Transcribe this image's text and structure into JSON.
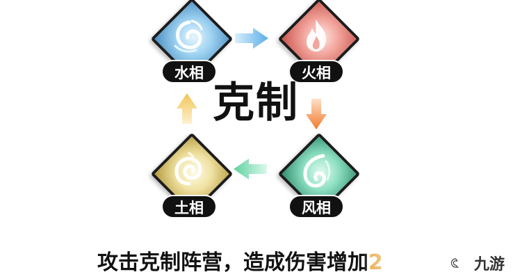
{
  "diagram": {
    "title": "克制",
    "nodes": [
      {
        "id": "water",
        "label": "水相",
        "icon": "water-swirl-icon",
        "color": "#5aa7d6"
      },
      {
        "id": "fire",
        "label": "火相",
        "icon": "flame-icon",
        "color": "#e07a72"
      },
      {
        "id": "wind",
        "label": "风相",
        "icon": "wind-swirl-icon",
        "color": "#4fbf98"
      },
      {
        "id": "earth",
        "label": "土相",
        "icon": "earth-spiral-icon",
        "color": "#d8c57a"
      }
    ],
    "edges": [
      {
        "from": "水相",
        "to": "火相",
        "color": "#6ab6e8"
      },
      {
        "from": "火相",
        "to": "风相",
        "color": "#f07a2c"
      },
      {
        "from": "风相",
        "to": "土相",
        "color": "#5fd1a0"
      },
      {
        "from": "土相",
        "to": "水相",
        "color": "#f2c457"
      }
    ]
  },
  "caption": {
    "text": "攻击克制阵营，造成伤害增加",
    "highlight": "2",
    "highlight_color": "#e8a33c"
  },
  "watermark": {
    "text": "九游",
    "icon": "jiuyou-logo-icon"
  }
}
